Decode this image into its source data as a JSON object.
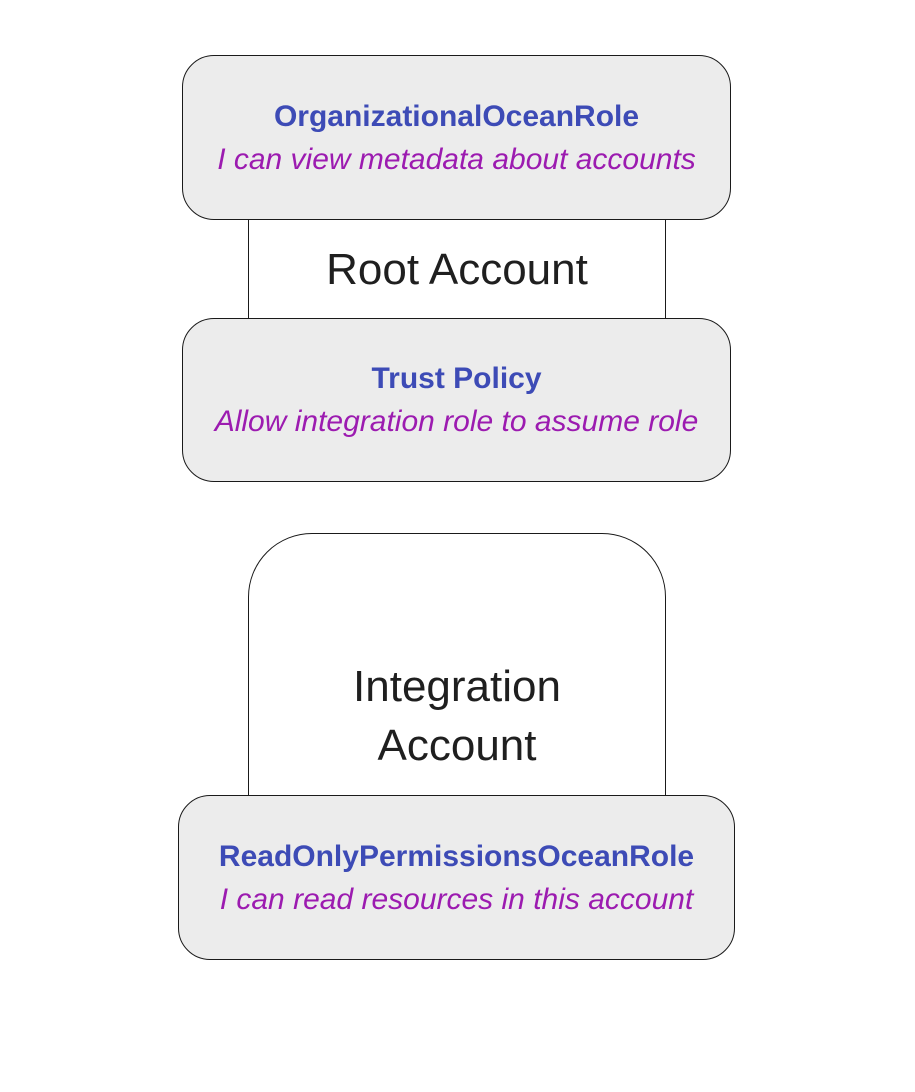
{
  "colors": {
    "background": "#ffffff",
    "node_fill": "#ececec",
    "node_border": "#1a1a1a",
    "cluster_fill": "#ffffff",
    "cluster_border": "#1a1a1a",
    "role_title": "#3d4bb6",
    "role_description": "#9c1bb0",
    "account_label": "#1f1f1f"
  },
  "diagram": {
    "type": "flowchart",
    "clusters": {
      "root": {
        "label": "Root Account"
      },
      "integration": {
        "label": "Integration Account"
      }
    },
    "nodes": {
      "organizational_role": {
        "title": "OrganizationalOceanRole",
        "description": "I can view metadata about accounts"
      },
      "trust_policy": {
        "title": "Trust Policy",
        "description": "Allow integration role to assume role"
      },
      "readonly_role": {
        "title": "ReadOnlyPermissionsOceanRole",
        "description": "I can read resources in this account"
      }
    }
  }
}
